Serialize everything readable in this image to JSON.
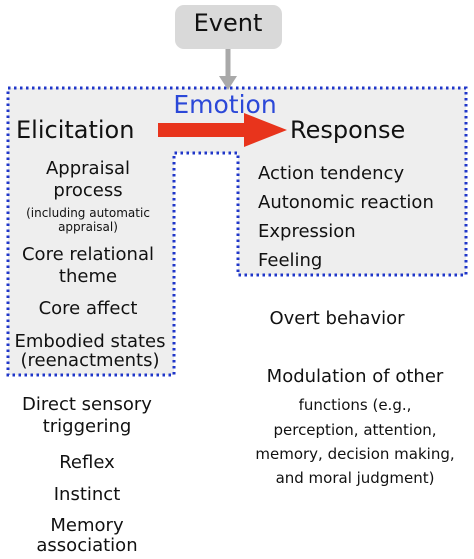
{
  "event": {
    "label": "Event"
  },
  "emotion": {
    "label": "Emotion"
  },
  "elicitation": {
    "label": "Elicitation",
    "items": [
      {
        "lines": [
          "Appraisal",
          "process"
        ]
      },
      {
        "note_lines": [
          "(including automatic",
          "appraisal)"
        ]
      },
      {
        "lines": [
          "Core relational",
          "theme"
        ]
      },
      {
        "lines": [
          "Core affect"
        ]
      },
      {
        "lines": [
          "Embodied states",
          "(reenactments)"
        ]
      }
    ]
  },
  "response": {
    "label": "Response",
    "items": [
      "Action tendency",
      "Autonomic reaction",
      "Expression",
      "Feeling"
    ]
  },
  "outside_left": [
    {
      "lines": [
        "Direct sensory",
        "triggering"
      ]
    },
    {
      "lines": [
        "Reflex"
      ]
    },
    {
      "lines": [
        "Instinct"
      ]
    },
    {
      "lines": [
        "Memory",
        "association"
      ]
    }
  ],
  "outside_right": [
    {
      "lines": [
        "Overt behavior"
      ]
    },
    {
      "lines": [
        "Modulation of other",
        "functions (e.g.,",
        "perception, attention,",
        "memory, decision making,",
        "and moral judgment)"
      ]
    }
  ],
  "colors": {
    "arrow": "#e8341c",
    "emotion_text": "#2b48d8",
    "dotted_border": "#1f36c9",
    "box_fill": "#eeeeee",
    "event_fill": "#d9d9d9",
    "connector": "#a9a9a9"
  }
}
